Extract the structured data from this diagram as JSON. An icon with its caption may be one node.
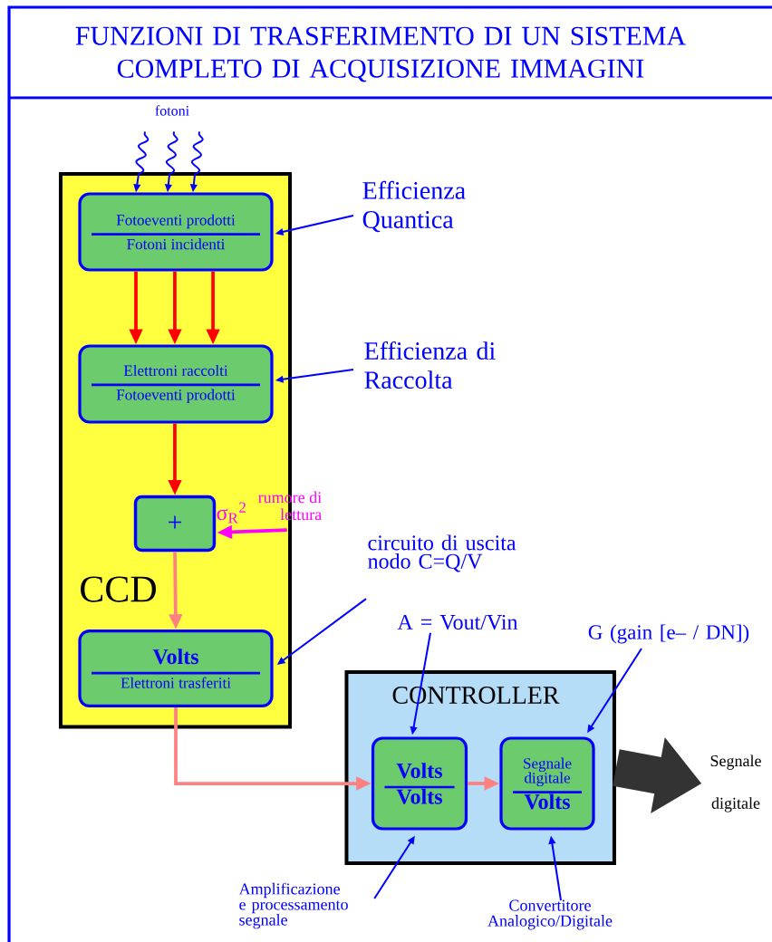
{
  "diagram": {
    "title": "FUNZIONI DI TRASFERIMENTO DI UN SISTEMA COMPLETO DI ACQUISIZIONE IMMAGINI",
    "nodes": [
      {
        "text": [
          "fotoni"
        ]
      },
      {
        "text": [
          "CCD"
        ]
      },
      {
        "text": [
          "Fotoeventi prodotti",
          "Fotoni incidenti"
        ],
        "in": 1
      },
      {
        "text": [
          "Elettroni raccolti",
          "Fotoeventi prodotti"
        ],
        "in": 1
      },
      {
        "text": [
          "+"
        ],
        "in": 1
      },
      {
        "text": [
          "Volts",
          "Elettroni trasferiti"
        ],
        "in": 1
      },
      {
        "text": [
          "σ$_{R}$$^{2}$",
          "rumore di lettura"
        ]
      },
      {
        "text": [
          "Efficienza Quantica"
        ]
      },
      {
        "text": [
          "Efficienza di Raccolta"
        ]
      },
      {
        "text": [
          "circuito di uscita nodo C=Q/V"
        ]
      },
      {
        "text": [
          "CONTROLLER"
        ]
      },
      {
        "text": [
          "Volts",
          "Volts"
        ],
        "in": 10
      },
      {
        "text": [
          "Segnale digitale",
          "Volts"
        ],
        "in": 10
      },
      {
        "text": [
          "A = Vout/Vin"
        ]
      },
      {
        "text": [
          "G (gain [e– / DN])"
        ]
      },
      {
        "text": [
          "Amplificazione e processamento segnale"
        ]
      },
      {
        "text": [
          "Convertitore Analogico/Digitale"
        ]
      },
      {
        "text": [
          "Segnale digitale"
        ]
      }
    ],
    "edges": [
      {
        "from": 0,
        "to": 2,
        "arrow": "to"
      },
      {
        "from": 0,
        "to": 2,
        "arrow": "to"
      },
      {
        "from": 0,
        "to": 2,
        "arrow": "to"
      },
      {
        "from": 7,
        "to": 2,
        "arrow": "to"
      },
      {
        "from": 2,
        "to": 3,
        "arrow": "to",
        "style": "thick",
        "color": "#ff0000"
      },
      {
        "from": 2,
        "to": 3,
        "arrow": "to",
        "style": "thick",
        "color": "#ff0000"
      },
      {
        "from": 2,
        "to": 3,
        "arrow": "to",
        "style": "thick",
        "color": "#ff0000"
      },
      {
        "from": 8,
        "to": 3,
        "arrow": "to"
      },
      {
        "from": 3,
        "to": 4,
        "arrow": "to",
        "style": "thick",
        "color": "#ff0000"
      },
      {
        "from": 6,
        "to": 4,
        "arrow": "to",
        "style": "thick",
        "color": "#ff00ff"
      },
      {
        "from": 4,
        "to": 5,
        "arrow": "to",
        "style": "thick",
        "color": "#ff8080"
      },
      {
        "from": 9,
        "to": 5,
        "arrow": "to"
      },
      {
        "from": 13,
        "to": 11,
        "arrow": "to"
      },
      {
        "from": 14,
        "to": 12,
        "arrow": "to"
      },
      {
        "from": 5,
        "to": 11,
        "arrow": "to",
        "style": "thick",
        "color": "#ff8080"
      },
      {
        "from": 11,
        "to": 12,
        "arrow": "to",
        "style": "thick",
        "color": "#ff8080"
      },
      {
        "from": 15,
        "to": 11,
        "arrow": "to"
      },
      {
        "from": 16,
        "to": 12,
        "arrow": "to"
      },
      {
        "from": 10,
        "to": 17,
        "arrow": "to",
        "style": "thick",
        "color": "#333333"
      }
    ]
  }
}
